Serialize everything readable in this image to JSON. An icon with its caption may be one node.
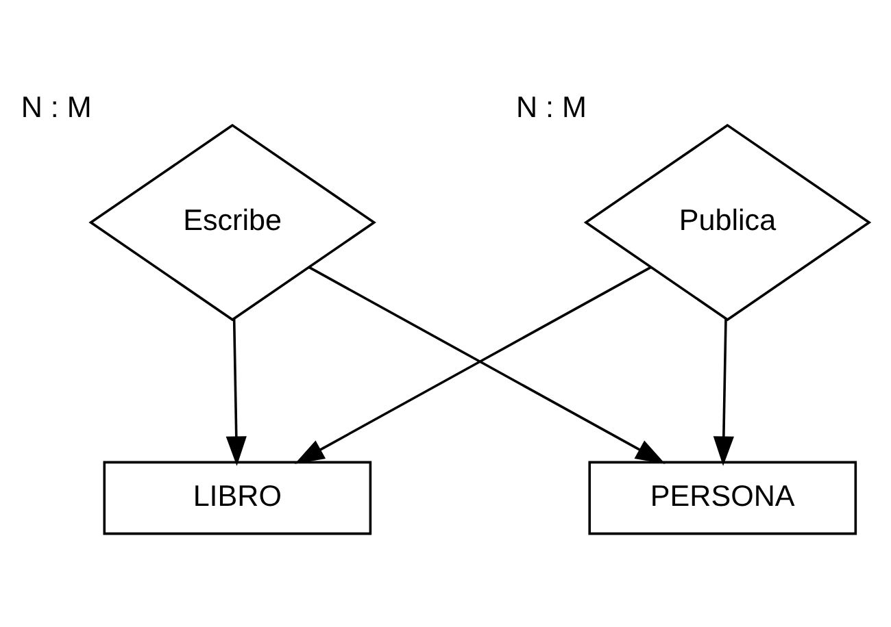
{
  "diagram": {
    "nodes": [
      {
        "text": [
          "Escribe"
        ],
        "beside": [
          "N : M"
        ]
      },
      {
        "text": [
          "LIBRO"
        ]
      },
      {
        "text": [
          "PERSONA"
        ]
      },
      {
        "text": [
          "Publica"
        ],
        "beside": [
          "N : M"
        ]
      }
    ],
    "edges": [
      {
        "from": 0,
        "to": 1,
        "arrow": "to"
      },
      {
        "from": 0,
        "to": 2,
        "arrow": "to"
      },
      {
        "from": 3,
        "to": 1,
        "arrow": "to"
      },
      {
        "from": 3,
        "to": 2,
        "arrow": "to"
      }
    ]
  }
}
